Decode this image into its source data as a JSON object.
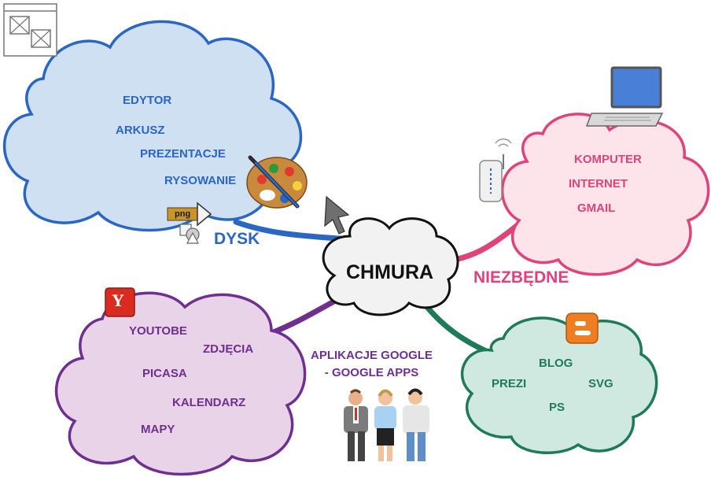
{
  "center": {
    "label": "CHMURA"
  },
  "branches": {
    "dysk": {
      "label": "DYSK",
      "items": [
        "EDYTOR",
        "ARKUSZ",
        "PREZENTACJE",
        "RYSOWANIE"
      ]
    },
    "niezbedne": {
      "label": "NIEZBĘDNE",
      "items": [
        "KOMPUTER",
        "INTERNET",
        "GMAIL"
      ]
    },
    "google_apps": {
      "label_line1": "APLIKACJE GOOGLE",
      "label_line2": "- GOOGLE APPS",
      "items": [
        "YOUTOBE",
        "ZDJĘCIA",
        "PICASA",
        "KALENDARZ",
        "MAPY"
      ]
    },
    "other": {
      "items": [
        "BLOG",
        "PREZI",
        "SVG",
        "PS"
      ]
    }
  },
  "icons": {
    "png_tag": "png",
    "youtube_badge": "Y"
  },
  "colors": {
    "blue": "#2a66c4",
    "pink": "#e0427a",
    "green": "#1f7a57",
    "purple": "#6f2f8f",
    "blue_fill": "#cfe0f3",
    "pink_fill": "#fde3ea",
    "green_fill": "#cfe8e0",
    "purple_fill": "#e8d3e8"
  }
}
